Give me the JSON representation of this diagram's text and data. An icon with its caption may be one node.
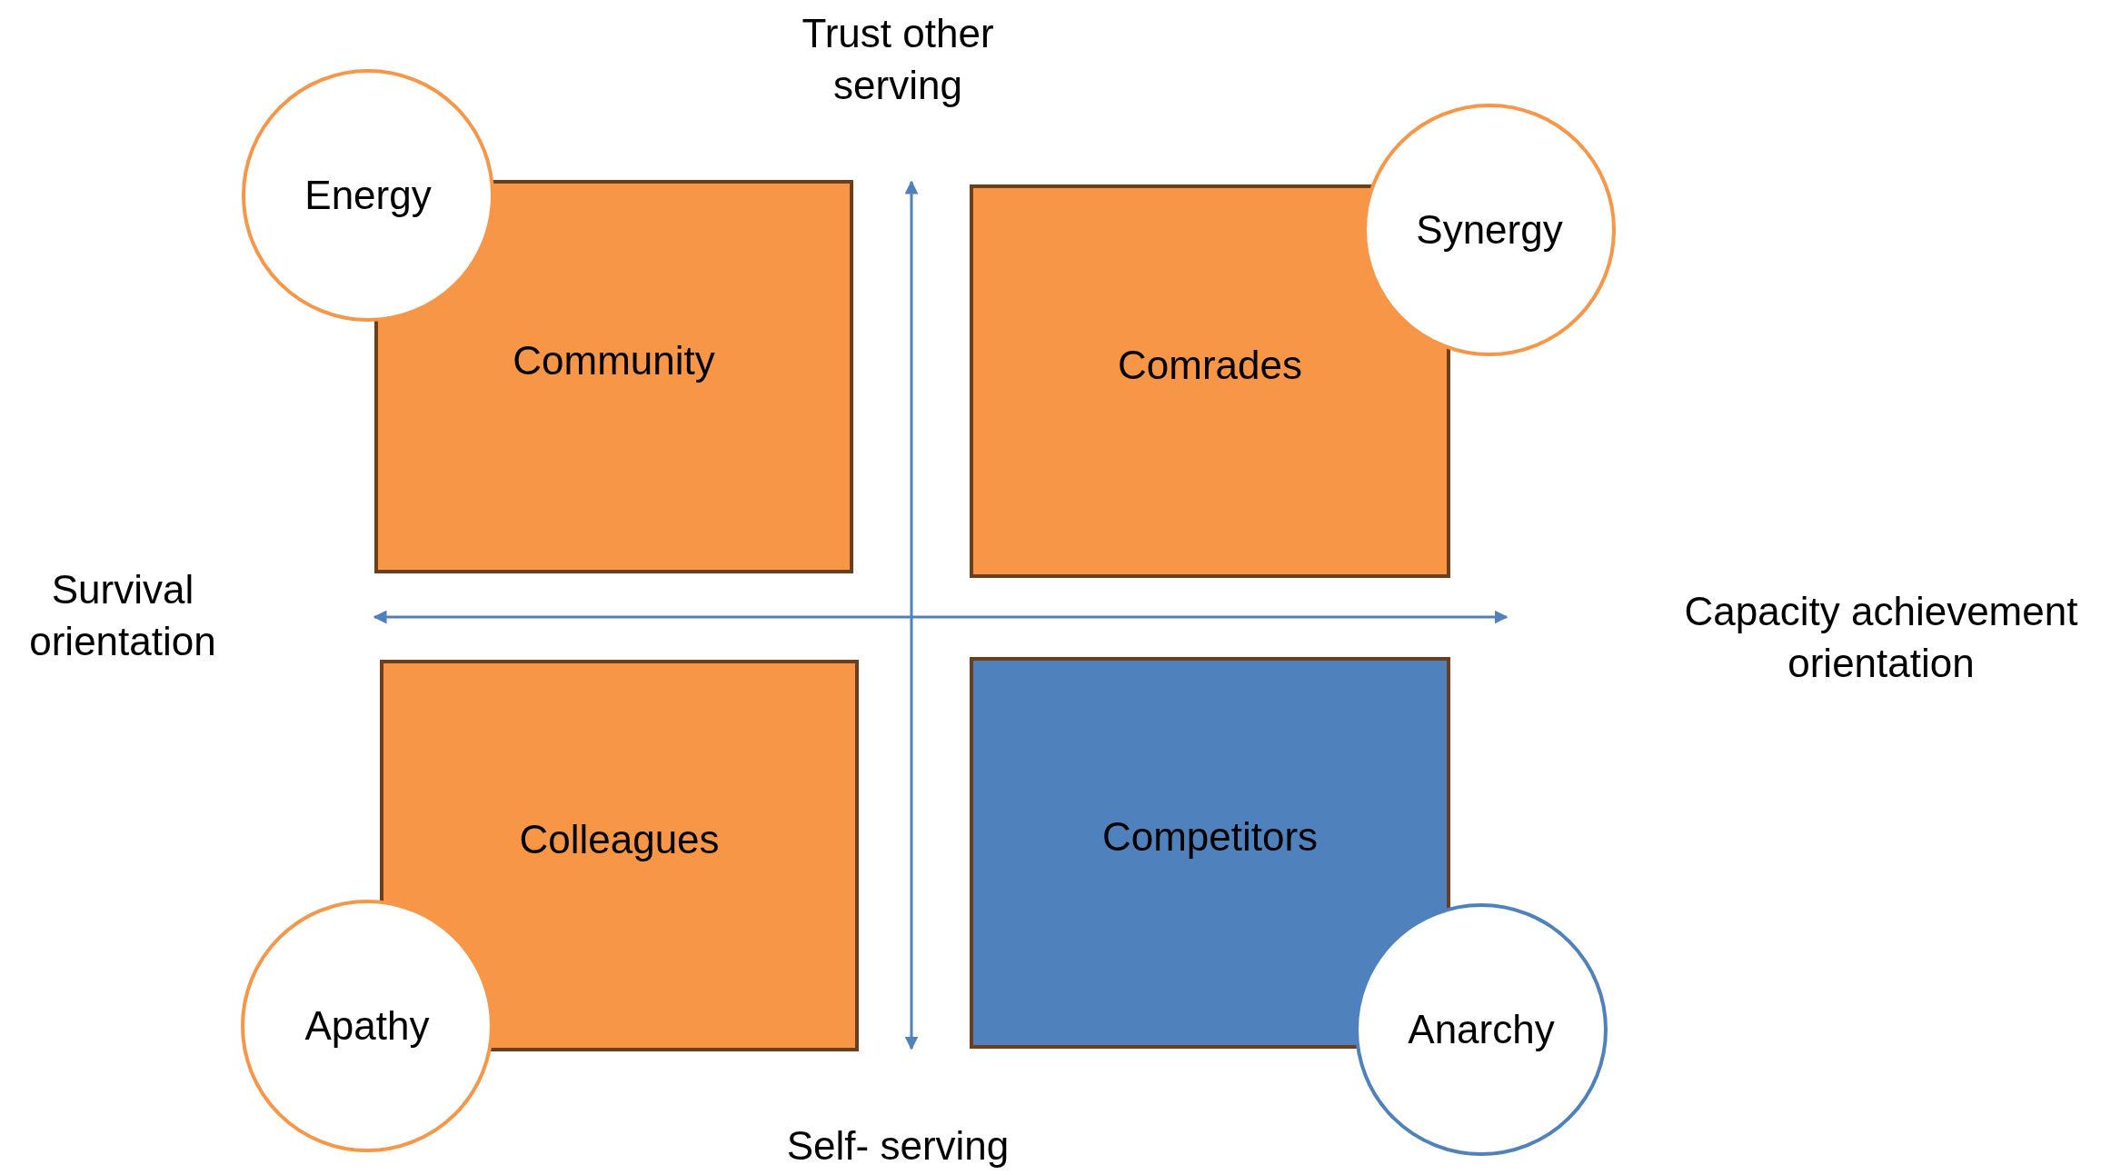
{
  "diagram": {
    "nodes": [
      {
        "text": [
          "Energy"
        ]
      },
      {
        "text": [
          "Synergy"
        ]
      },
      {
        "text": [
          "Community"
        ]
      },
      {
        "text": [
          "Comrades"
        ]
      },
      {
        "text": [
          "Colleagues"
        ]
      },
      {
        "text": [
          "Competitors"
        ]
      },
      {
        "text": [
          "Apathy"
        ]
      },
      {
        "text": [
          "Anarchy"
        ]
      }
    ],
    "edges": [],
    "labels": [
      "Trust other serving",
      "Survival orientation",
      "Capacity achievement orientation",
      "Self- serving"
    ]
  }
}
